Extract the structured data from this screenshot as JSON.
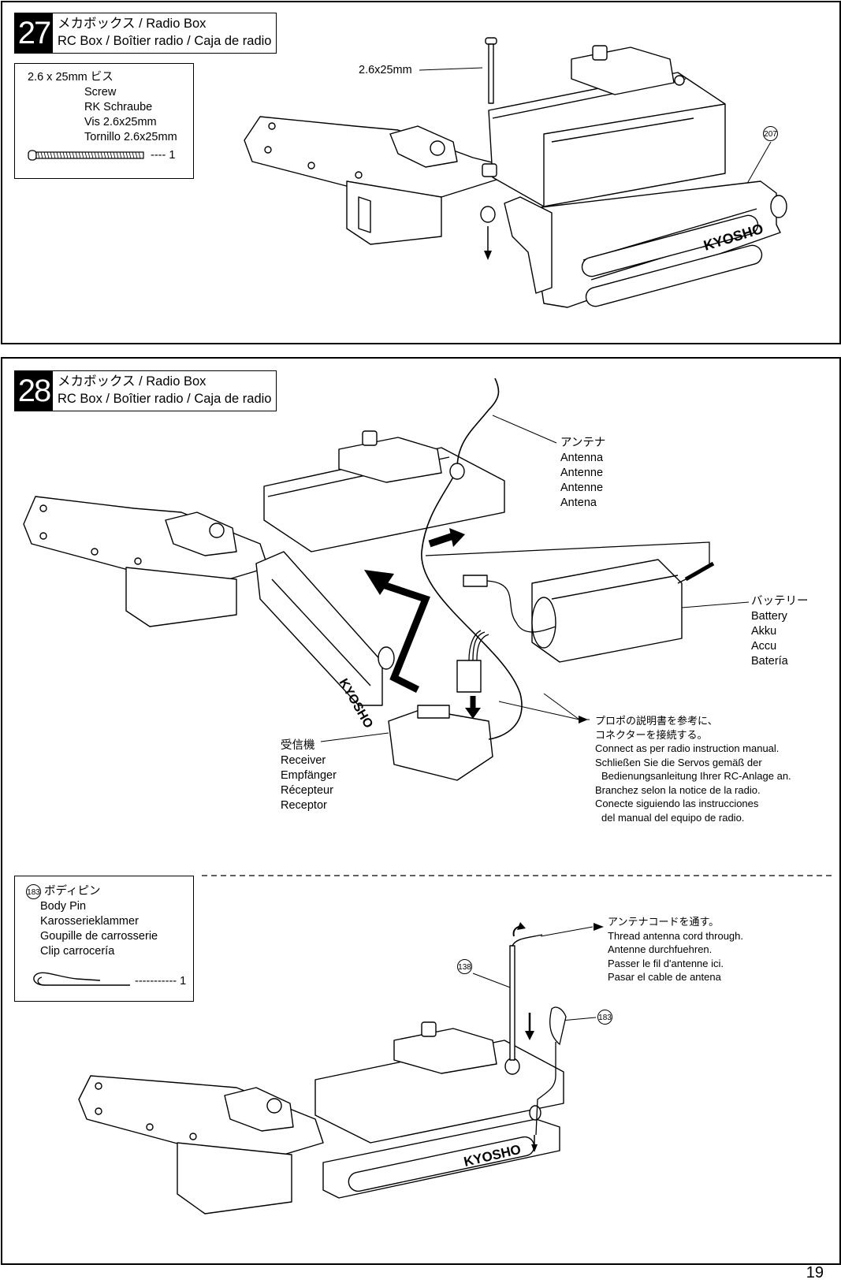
{
  "step27": {
    "number": "27",
    "title_line1": "メカボックス  / Radio Box",
    "title_line2": "RC Box / Boîtier radio / Caja de radio",
    "part": {
      "name_jp": "2.6 x 25mm  ビス",
      "lines": [
        "Screw",
        "RK Schraube",
        "Vis 2.6x25mm",
        "Tornillo 2.6x25mm"
      ],
      "qty": "---- 1"
    },
    "screw_callout": "2.6x25mm",
    "part_number": "207"
  },
  "step28": {
    "number": "28",
    "title_line1": "メカボックス  / Radio Box",
    "title_line2": "RC Box / Boîtier radio / Caja de radio",
    "antenna": [
      "アンテナ",
      "Antenna",
      "Antenne",
      "Antenne",
      "Antena"
    ],
    "battery": [
      "バッテリー",
      "Battery",
      "Akku",
      "Accu",
      "Batería"
    ],
    "receiver": [
      "受信機",
      "Receiver",
      "Empfänger",
      "Récepteur",
      "Receptor"
    ],
    "connect_note": [
      "プロポの説明書を参考に、",
      "コネクターを接続する。",
      "Connect as per radio instruction manual.",
      "Schließen Sie die Servos gemäß der",
      "Bedienungsanleitung Ihrer RC-Anlage an.",
      "Branchez selon la notice de la radio.",
      "Conecte siguiendo las instrucciones",
      "del manual del equipo de radio."
    ],
    "body_pin_part": {
      "number": "183",
      "name_jp": "ボディピン",
      "lines": [
        "Body Pin",
        "Karosserieklammer",
        "Goupille de carrosserie",
        "Clip carrocería"
      ],
      "qty": "----------- 1"
    },
    "thread_note": [
      "アンテナコードを通す。",
      "Thread antenna cord through.",
      "Antenne durchfuehren.",
      "Passer le fil d'antenne ici.",
      "Pasar el cable de antena"
    ],
    "callout_138": "138",
    "callout_183": "183"
  },
  "brand_logo": "KYOSHO",
  "page_number": "19"
}
